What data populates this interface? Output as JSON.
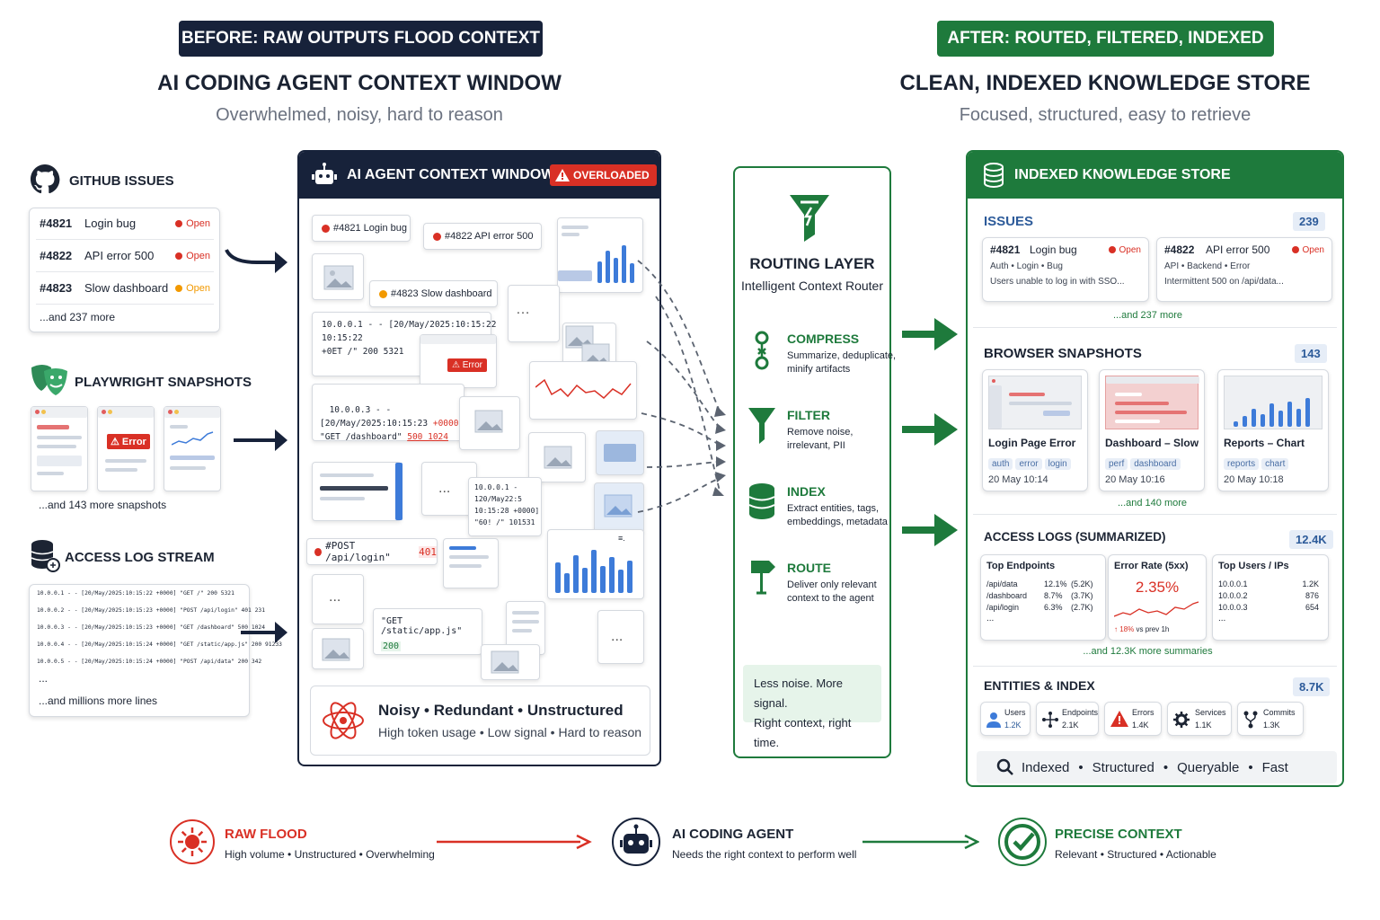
{
  "before": {
    "badge": "BEFORE: RAW OUTPUTS FLOOD CONTEXT",
    "title": "AI CODING AGENT CONTEXT WINDOW",
    "subtitle": "Overwhelmed, noisy, hard to reason"
  },
  "after": {
    "badge": "AFTER: ROUTED, FILTERED, INDEXED",
    "title": "CLEAN, INDEXED KNOWLEDGE STORE",
    "subtitle": "Focused, structured, easy to retrieve"
  },
  "sources": {
    "github": {
      "title": "GITHUB ISSUES",
      "rows": [
        {
          "id": "#4821",
          "name": "Login bug",
          "status": "Open",
          "color": "#d93025"
        },
        {
          "id": "#4822",
          "name": "API error 500",
          "status": "Open",
          "color": "#d93025"
        },
        {
          "id": "#4823",
          "name": "Slow dashboard",
          "status": "Open",
          "color": "#f29900"
        }
      ],
      "more": "...and 237 more"
    },
    "playwright": {
      "title": "PLAYWRIGHT SNAPSHOTS",
      "error": "Error",
      "more": "...and 143 more snapshots"
    },
    "logs": {
      "title": "ACCESS LOG STREAM",
      "lines": [
        "10.0.0.1 - - [20/May/2025:10:15:22 +0000] \"GET /\" 200 5321",
        "10.0.0.2 - - [20/May/2025:10:15:23 +0000] \"POST /api/login\" 401 231",
        "10.0.0.3 - - [20/May/2025:10:15:23 +0000] \"GET /dashboard\" 500 1024",
        "10.0.0.4 - - [20/May/2025:10:15:24 +0000] \"GET /static/app.js\" 200 91233",
        "10.0.0.5 - - [20/May/2025:10:15:24 +0000] \"POST /api/data\" 200 342"
      ],
      "ellipsis": "...",
      "more": "...and millions more lines"
    }
  },
  "context_window": {
    "title": "AI AGENT CONTEXT WINDOW",
    "overloaded": "OVERLOADED",
    "chip1": "#4821 Login bug",
    "chip2": "#4822 API error 500",
    "chip3": "#4823 Slow dashboard",
    "chip4": "#POST /api/login\"",
    "chip4_code": "401",
    "error_label": "Error",
    "log1": "10.0.0.1 - - [20/May/2025:10:15:22\n10:15:22\n+0ET /\" 200 5321",
    "log2a": "10.0.0.3 - -\n[20/May/2025:10:15:23 ",
    "log2b": "+0000]",
    "log2c": "\n\"GET /dashboard\" ",
    "log2d": "500 1024",
    "log3": "10.0.0.1 -\n120/May22:5\n10:15:28 +0000]\n\"60! /\" 101531",
    "static": "\"GET /static/app.js\"",
    "static_code": "200",
    "dots": "...",
    "footer_title": "Noisy • Redundant • Unstructured",
    "footer_sub": "High token usage • Low signal • Hard to reason"
  },
  "router": {
    "title": "ROUTING LAYER",
    "subtitle": "Intelligent Context Router",
    "steps": [
      {
        "name": "COMPRESS",
        "desc": "Summarize, deduplicate,\nminify artifacts"
      },
      {
        "name": "FILTER",
        "desc": "Remove noise,\nirrelevant, PII"
      },
      {
        "name": "INDEX",
        "desc": "Extract entities, tags,\nembeddings, metadata"
      },
      {
        "name": "ROUTE",
        "desc": "Deliver only relevant\ncontext to the agent"
      }
    ],
    "tagline": "Less noise. More signal.\nRight context, right time."
  },
  "store": {
    "title": "INDEXED KNOWLEDGE STORE",
    "issues": {
      "label": "ISSUES",
      "count": "239",
      "cards": [
        {
          "id": "#4821",
          "name": "Login bug",
          "status": "Open",
          "tags": "Auth • Login • Bug",
          "desc": "Users unable to log in with SSO..."
        },
        {
          "id": "#4822",
          "name": "API error 500",
          "status": "Open",
          "tags": "API • Backend • Error",
          "desc": "Intermittent 500 on /api/data..."
        }
      ],
      "more": "...and 237 more"
    },
    "snapshots": {
      "label": "BROWSER SNAPSHOTS",
      "count": "143",
      "cards": [
        {
          "name": "Login Page Error",
          "tags": [
            "auth",
            "error",
            "login"
          ],
          "time": "20 May 10:14"
        },
        {
          "name": "Dashboard – Slow",
          "tags": [
            "perf",
            "dashboard"
          ],
          "time": "20 May 10:16"
        },
        {
          "name": "Reports – Chart",
          "tags": [
            "reports",
            "chart"
          ],
          "time": "20 May 10:18"
        }
      ],
      "more": "...and 140 more"
    },
    "logs": {
      "label": "ACCESS LOGS (SUMMARIZED)",
      "count": "12.4K",
      "endpoints": {
        "title": "Top Endpoints",
        "rows": [
          {
            "path": "/api/data",
            "pct": "12.1%",
            "n": "(5.2K)"
          },
          {
            "path": "/dashboard",
            "pct": "8.7%",
            "n": "(3.7K)"
          },
          {
            "path": "/api/login",
            "pct": "6.3%",
            "n": "(2.7K)"
          }
        ],
        "ellipsis": "..."
      },
      "error_rate": {
        "title": "Error Rate (5xx)",
        "value": "2.35%",
        "delta": "↑ 18%",
        "delta_note": "vs prev 1h"
      },
      "top_users": {
        "title": "Top Users / IPs",
        "rows": [
          {
            "ip": "10.0.0.1",
            "n": "1.2K"
          },
          {
            "ip": "10.0.0.2",
            "n": "876"
          },
          {
            "ip": "10.0.0.3",
            "n": "654"
          }
        ],
        "ellipsis": "..."
      },
      "more": "...and 12.3K more summaries"
    },
    "entities": {
      "label": "ENTITIES & INDEX",
      "count": "8.7K",
      "items": [
        {
          "name": "Users",
          "n": "1.2K",
          "icon": "user-icon"
        },
        {
          "name": "Endpoints",
          "n": "2.1K",
          "icon": "endpoints-icon"
        },
        {
          "name": "Errors",
          "n": "1.4K",
          "icon": "warning-icon"
        },
        {
          "name": "Services",
          "n": "1.1K",
          "icon": "gear-icon"
        },
        {
          "name": "Commits",
          "n": "1.3K",
          "icon": "commit-icon"
        }
      ]
    },
    "footer": [
      "Indexed",
      "Structured",
      "Queryable",
      "Fast"
    ],
    "footer_sep": "•"
  },
  "flow": {
    "raw": {
      "title": "RAW FLOOD",
      "desc": "High volume • Unstructured • Overwhelming"
    },
    "agent": {
      "title": "AI CODING AGENT",
      "desc": "Needs the right context to perform well"
    },
    "precise": {
      "title": "PRECISE CONTEXT",
      "desc": "Relevant • Structured • Actionable"
    }
  },
  "colors": {
    "navy": "#17223a",
    "green": "#1e7a3c",
    "red": "#d93025",
    "orange": "#f29900",
    "blue": "#3d7bd9"
  }
}
